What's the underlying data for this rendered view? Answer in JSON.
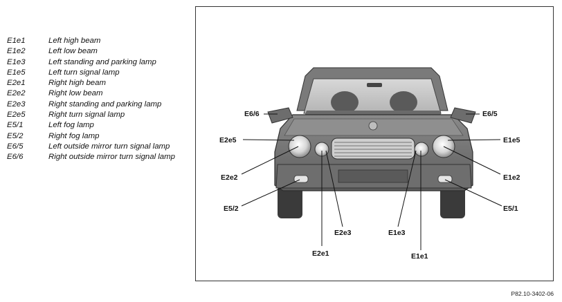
{
  "legend": [
    {
      "code": "E1e1",
      "desc": "Left high beam"
    },
    {
      "code": "E1e2",
      "desc": "Left low beam"
    },
    {
      "code": "E1e3",
      "desc": "Left standing and parking lamp"
    },
    {
      "code": "E1e5",
      "desc": "Left turn signal lamp"
    },
    {
      "code": "E2e1",
      "desc": "Right high beam"
    },
    {
      "code": "E2e2",
      "desc": "Right low beam"
    },
    {
      "code": "E2e3",
      "desc": "Right standing and parking lamp"
    },
    {
      "code": "E2e5",
      "desc": "Right turn signal lamp"
    },
    {
      "code": "E5/1",
      "desc": "Left fog lamp"
    },
    {
      "code": "E5/2",
      "desc": "Right fog lamp"
    },
    {
      "code": "E6/5",
      "desc": "Left outside mirror turn signal lamp"
    },
    {
      "code": "E6/6",
      "desc": "Right outside mirror turn signal lamp"
    }
  ],
  "callouts": {
    "e6_6": "E6/6",
    "e6_5": "E6/5",
    "e2e5": "E2e5",
    "e1e5": "E1e5",
    "e2e2": "E2e2",
    "e1e2": "E1e2",
    "e5_2": "E5/2",
    "e5_1": "E5/1",
    "e2e3": "E2e3",
    "e1e3": "E1e3",
    "e2e1": "E2e1",
    "e1e1": "E1e1"
  },
  "figure_ref": "P82.10-3402-06"
}
